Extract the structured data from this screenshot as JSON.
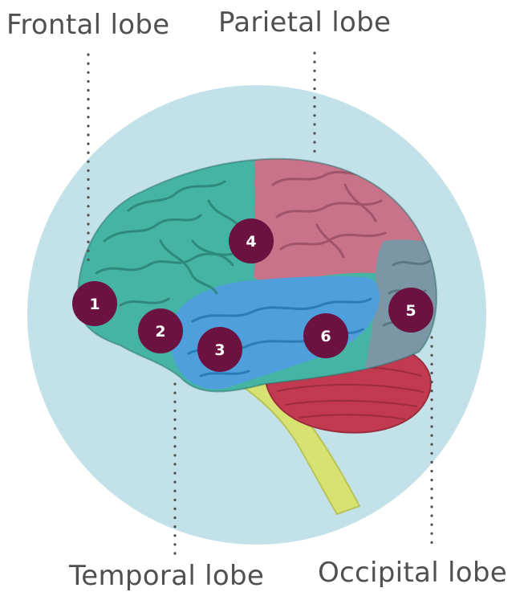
{
  "labels": {
    "frontal": "Frontal lobe",
    "parietal": "Parietal lobe",
    "temporal": "Temporal lobe",
    "occipital": "Occipital lobe"
  },
  "markers": [
    "1",
    "2",
    "3",
    "4",
    "5",
    "6"
  ],
  "colors": {
    "background_circle": "#c3e1e8",
    "frontal": "#45b4a4",
    "parietal": "#c9738a",
    "temporal": "#4f9fdc",
    "occipital": "#7b97a6",
    "cerebellum": "#c23a4f",
    "brainstem": "#d7e273",
    "marker": "#6b1240",
    "label_text": "#505050"
  }
}
